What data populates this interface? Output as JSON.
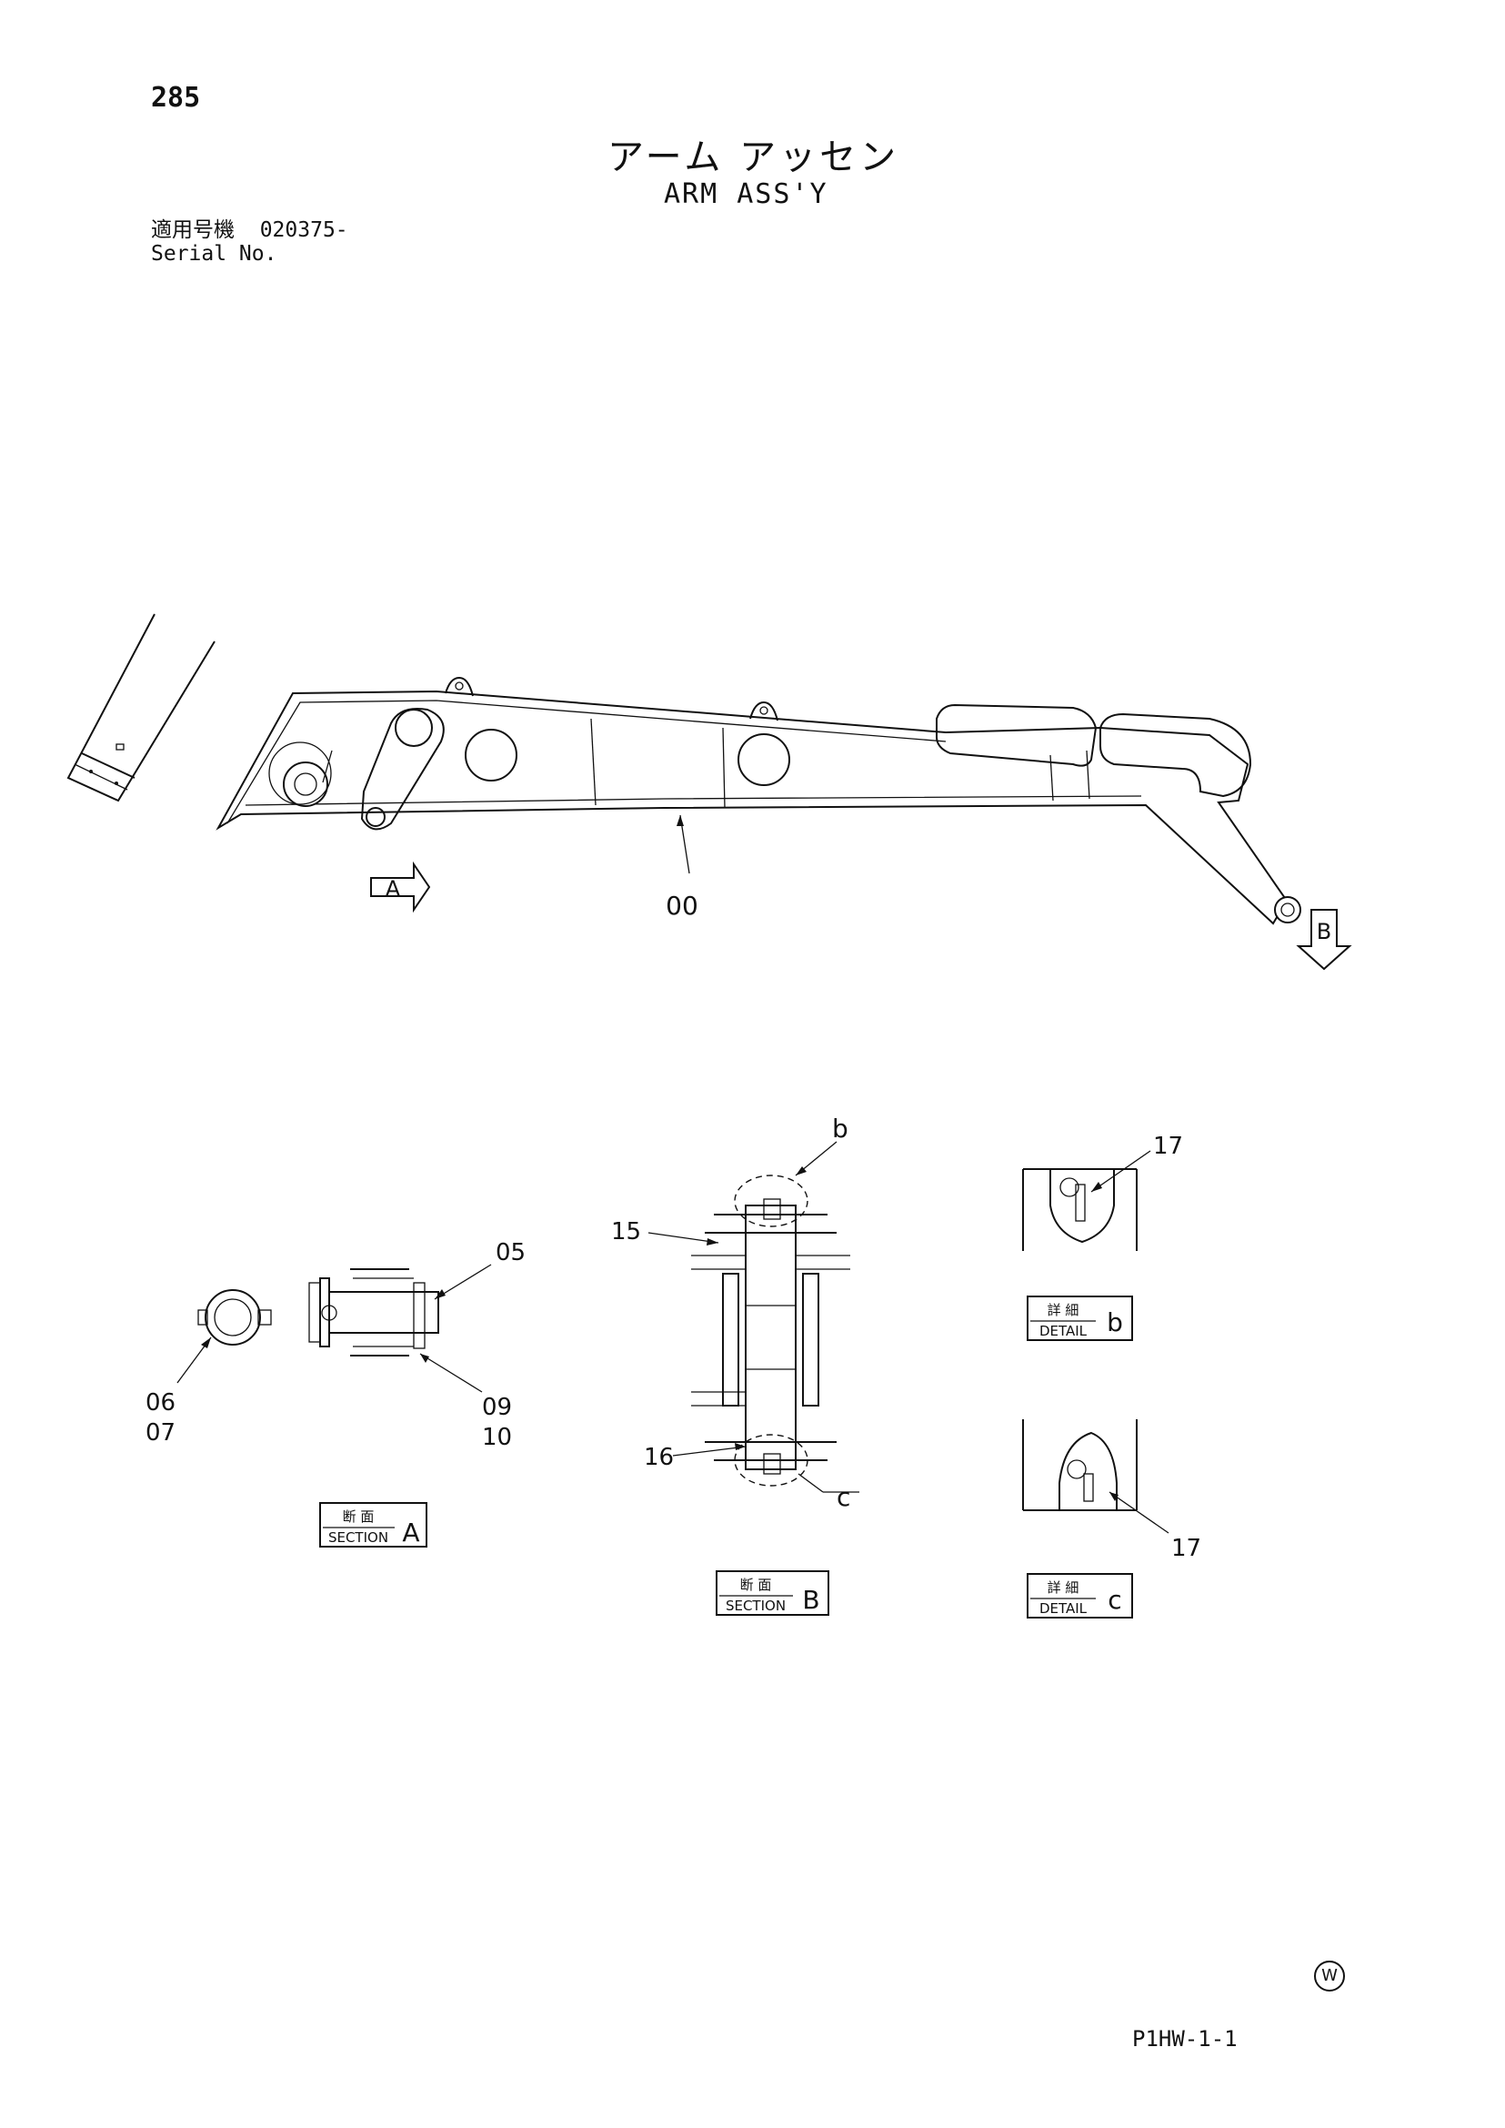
{
  "page_number": "285",
  "title_jp": "アーム アッセン",
  "title_en": "ARM ASS'Y",
  "serial": {
    "label_jp": "適用号機",
    "value": "020375-",
    "label_en": "Serial No."
  },
  "view_arrows": {
    "a": "A",
    "b": "B"
  },
  "part_labels": {
    "arm": "00",
    "pin": "05",
    "p06": "06",
    "p07": "07",
    "p09": "09",
    "p10": "10",
    "p15": "15",
    "p16": "16",
    "p17_top": "17",
    "p17_bottom": "17"
  },
  "callouts": {
    "b": "b",
    "c": "c"
  },
  "boxes": {
    "section_a": {
      "jp": "断 面",
      "en": "SECTION",
      "letter": "A"
    },
    "section_b": {
      "jp": "断 面",
      "en": "SECTION",
      "letter": "B"
    },
    "detail_b": {
      "jp": "詳 細",
      "en": "DETAIL",
      "letter": "b"
    },
    "detail_c": {
      "jp": "詳 細",
      "en": "DETAIL",
      "letter": "c"
    }
  },
  "footer": {
    "code": "P1HW-1-1",
    "mark": "W"
  }
}
